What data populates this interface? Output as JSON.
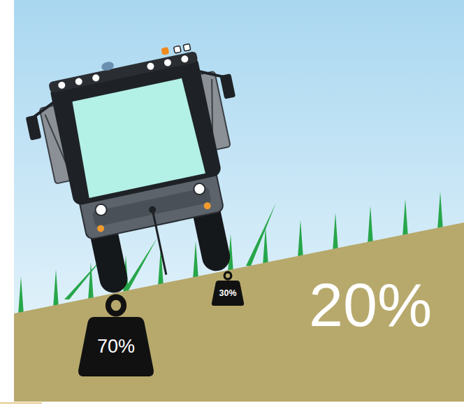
{
  "diagram": {
    "nodes": [
      {
        "text": [
          "70%"
        ]
      },
      {
        "text": [
          "30%"
        ]
      }
    ],
    "labels": [
      "20%"
    ]
  }
}
